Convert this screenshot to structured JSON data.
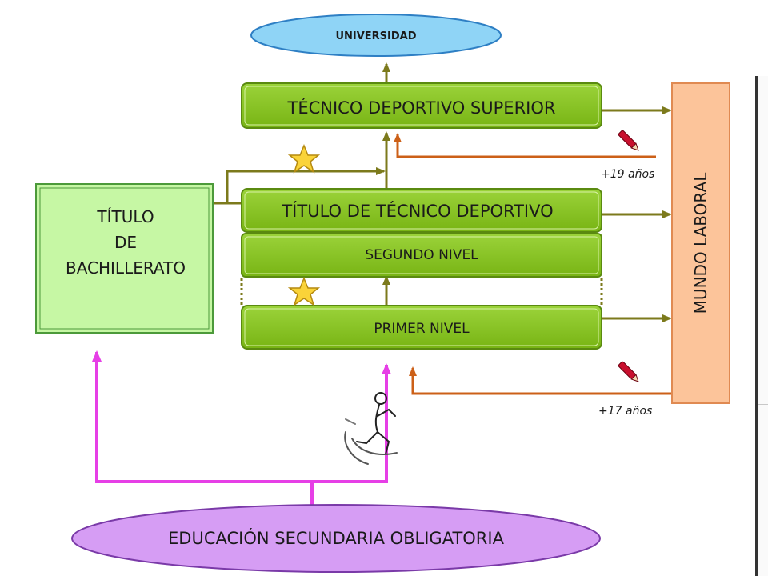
{
  "nodes": {
    "universidad": "UNIVERSIDAD",
    "tecnico_superior": "TÉCNICO DEPORTIVO SUPERIOR",
    "titulo_tecnico": "TÍTULO DE TÉCNICO DEPORTIVO",
    "segundo_nivel": "SEGUNDO NIVEL",
    "primer_nivel": "PRIMER NIVEL",
    "bachillerato_1": "TÍTULO",
    "bachillerato_2": "DE",
    "bachillerato_3": "BACHILLERATO",
    "mundo_laboral": "MUNDO LABORAL",
    "eso": "EDUCACIÓN SECUNDARIA OBLIGATORIA"
  },
  "annotations": {
    "edad_19": "+19 años",
    "edad_17": "+17 años"
  },
  "colors": {
    "olive_arrow": "#7c7a1c",
    "orange_arrow": "#cc6018",
    "magenta_arrow": "#e63fe6",
    "green_box": "#84c21a",
    "light_green_box": "#c6f7a4",
    "peach_box": "#fcc49a",
    "universidad_fill": "#8fd4f6",
    "eso_fill": "#d69df4",
    "star": "#fad339"
  },
  "icons": [
    "star-icon",
    "star-icon",
    "pencil-icon",
    "pencil-icon",
    "runner-icon"
  ]
}
